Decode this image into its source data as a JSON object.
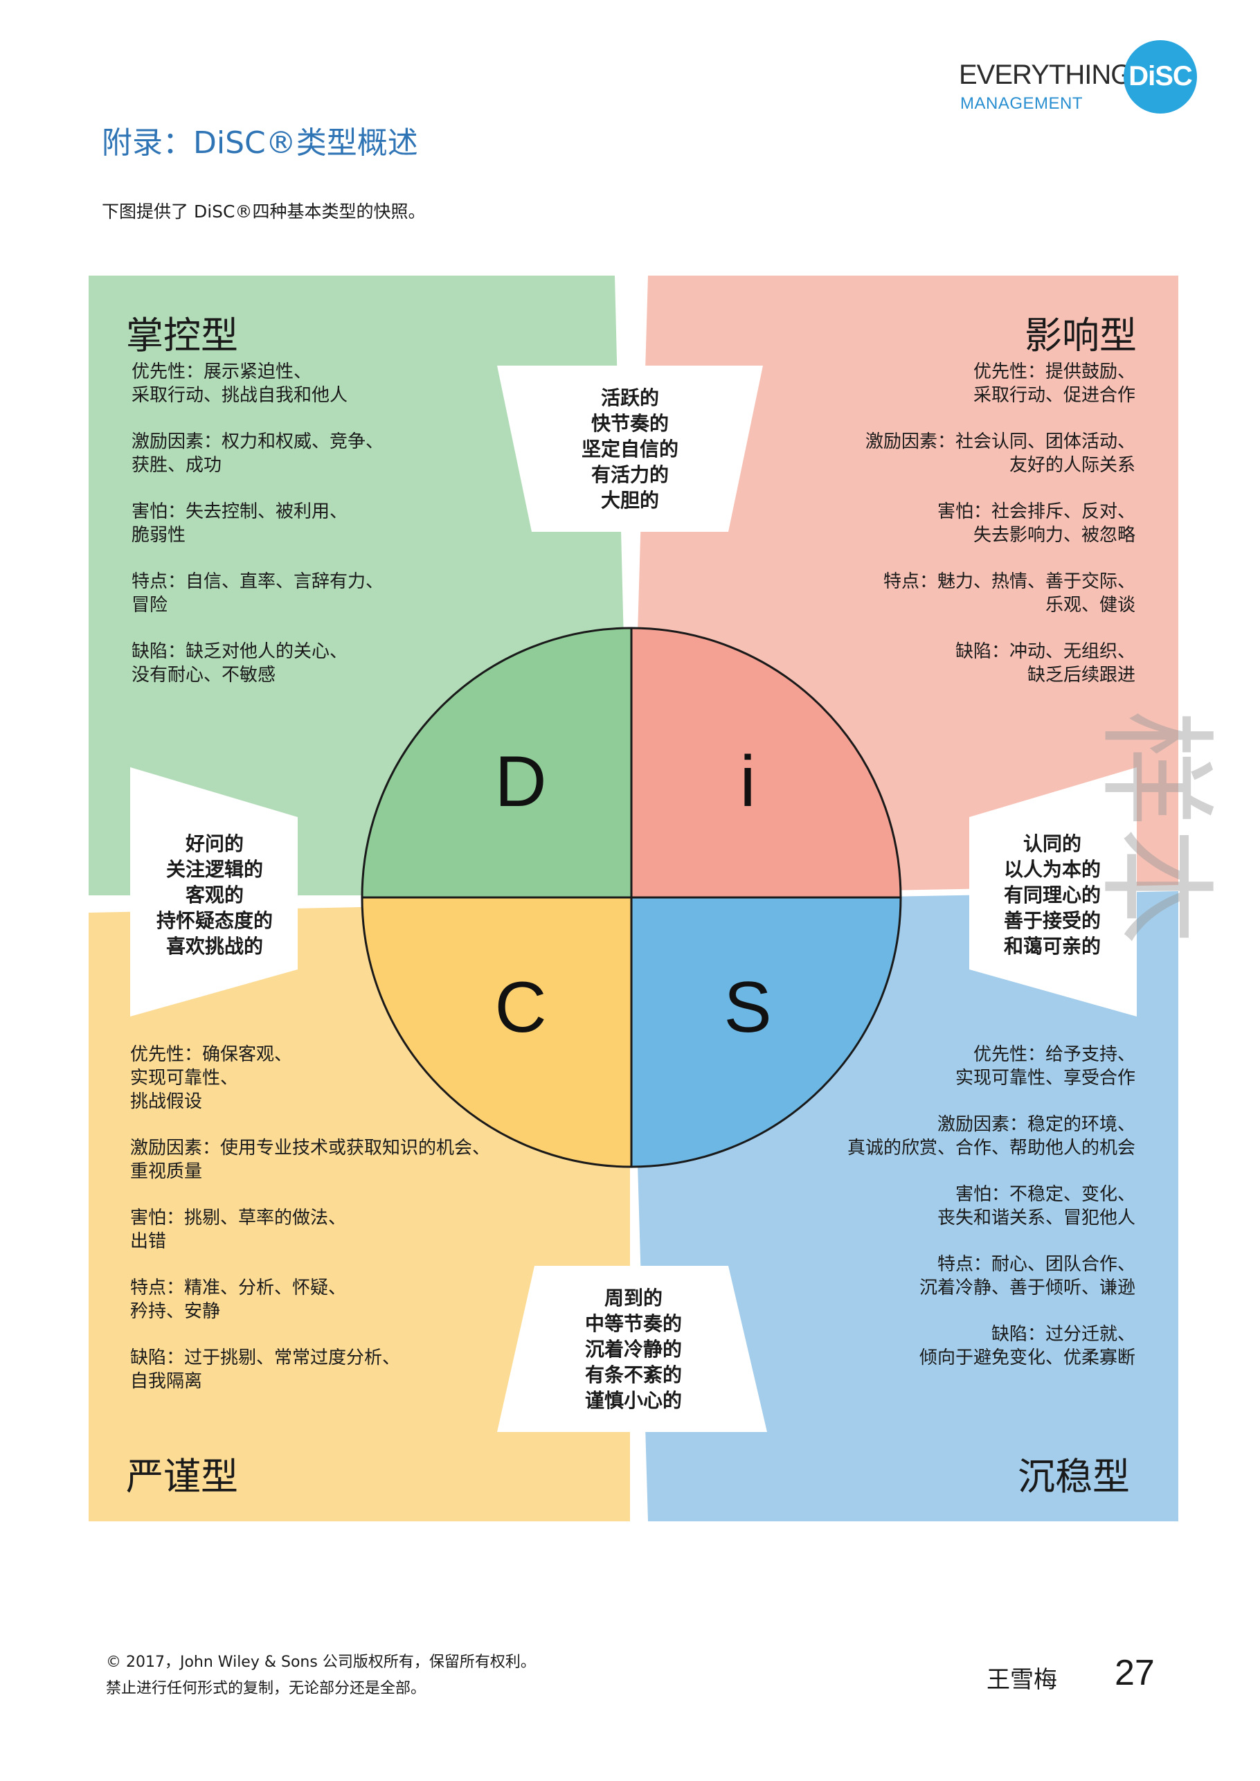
{
  "header": {
    "logo_everything": "EVERYTHING",
    "logo_disc": "DiSC",
    "logo_sub": "MANAGEMENT",
    "title": "附录：DiSC®类型概述",
    "intro": "下图提供了 DiSC®四种基本类型的快照。"
  },
  "colors": {
    "d_bg": "#b2dcb8",
    "d_circle": "#8fcc98",
    "i_bg": "#f7c0b4",
    "i_circle": "#f4a193",
    "c_bg": "#fcdb95",
    "c_circle": "#fdd06f",
    "s_bg": "#a3cdea",
    "s_circle": "#6cb7e3",
    "title_blue": "#2f74b5",
    "logo_blue": "#2aa6df"
  },
  "quadrants": {
    "d": {
      "title": "掌控型",
      "letter": "D",
      "items": [
        "优先性：展示紧迫性、\n采取行动、挑战自我和他人",
        "激励因素：权力和权威、竞争、\n获胜、成功",
        "害怕：失去控制、被利用、\n脆弱性",
        "特点：自信、直率、言辞有力、\n冒险",
        "缺陷：缺乏对他人的关心、\n没有耐心、不敏感"
      ]
    },
    "i": {
      "title": "影响型",
      "letter": "i",
      "items": [
        "优先性：提供鼓励、\n采取行动、促进合作",
        "激励因素：社会认同、团体活动、\n友好的人际关系",
        "害怕：社会排斥、反对、\n失去影响力、被忽略",
        "特点：魅力、热情、善于交际、\n乐观、健谈",
        "缺陷：冲动、无组织、\n缺乏后续跟进"
      ]
    },
    "c": {
      "title": "严谨型",
      "letter": "C",
      "items": [
        "优先性：确保客观、\n实现可靠性、\n挑战假设",
        "激励因素：使用专业技术或获取知识的机会、\n重视质量",
        "害怕：挑剔、草率的做法、\n出错",
        "特点：精准、分析、怀疑、\n矜持、安静",
        "缺陷：过于挑剔、常常过度分析、\n自我隔离"
      ]
    },
    "s": {
      "title": "沉稳型",
      "letter": "S",
      "items": [
        "优先性：给予支持、\n实现可靠性、享受合作",
        "激励因素：稳定的环境、\n真诚的欣赏、合作、帮助他人的机会",
        "害怕：不稳定、变化、\n丧失和谐关系、冒犯他人",
        "特点：耐心、团队合作、\n沉着冷静、善于倾听、谦逊",
        "缺陷：过分迁就、\n倾向于避免变化、优柔寡断"
      ]
    }
  },
  "traits": {
    "top": "活跃的\n快节奏的\n坚定自信的\n有活力的\n大胆的",
    "left": "好问的\n关注逻辑的\n客观的\n持怀疑态度的\n喜欢挑战的",
    "right": "认同的\n以人为本的\n有同理心的\n善于接受的\n和蔼可亲的",
    "bottom": "周到的\n中等节奏的\n沉着冷静的\n有条不紊的\n谨慎小心的"
  },
  "watermark": "样本",
  "footer": {
    "copyright": "© 2017，John Wiley & Sons 公司版权所有，保留所有权利。",
    "notice": "禁止进行任何形式的复制，无论部分还是全部。",
    "name": "王雪梅",
    "page": "27"
  }
}
